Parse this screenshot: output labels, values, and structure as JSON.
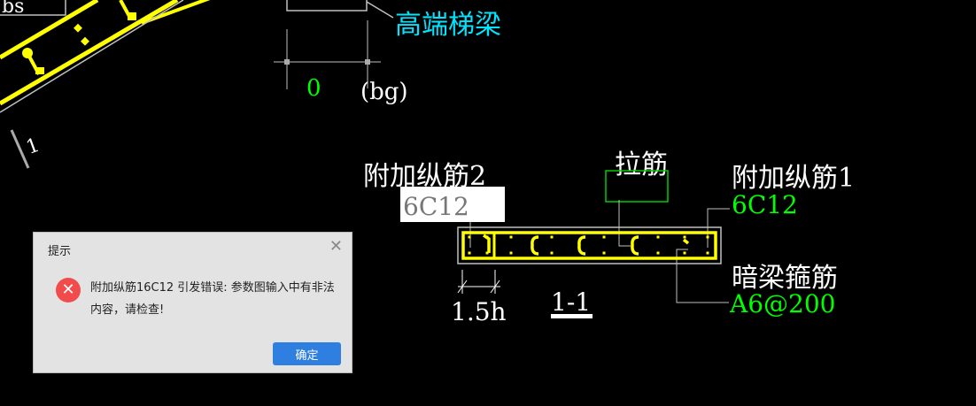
{
  "cad": {
    "top_left_label": "bs",
    "section_mark": "1",
    "high_beam_label": "高端梯梁",
    "dim_zero": "0",
    "dim_bg": "(bg)",
    "extra_rebar2_label": "附加纵筋2",
    "extra_rebar2_value": "6C12",
    "tie_label": "拉筋",
    "extra_rebar1_label": "附加纵筋1",
    "extra_rebar1_value": "6C12",
    "stirrup_label": "暗梁箍筋",
    "stirrup_value": "A6@200",
    "dim_15h": "1.5h",
    "section_title": "1-1",
    "colors": {
      "rebar": "#ffff00",
      "cyan": "#00e5ff",
      "green": "#00ff00",
      "line": "#c0c0c0"
    }
  },
  "dialog": {
    "title": "提示",
    "close_icon": "close-icon",
    "error_icon": "error-circle-icon",
    "message": "附加纵筋16C12 引发错误: 参数图输入中有非法内容，请检查!",
    "ok_label": "确定",
    "accent": "#2e7fe0"
  }
}
